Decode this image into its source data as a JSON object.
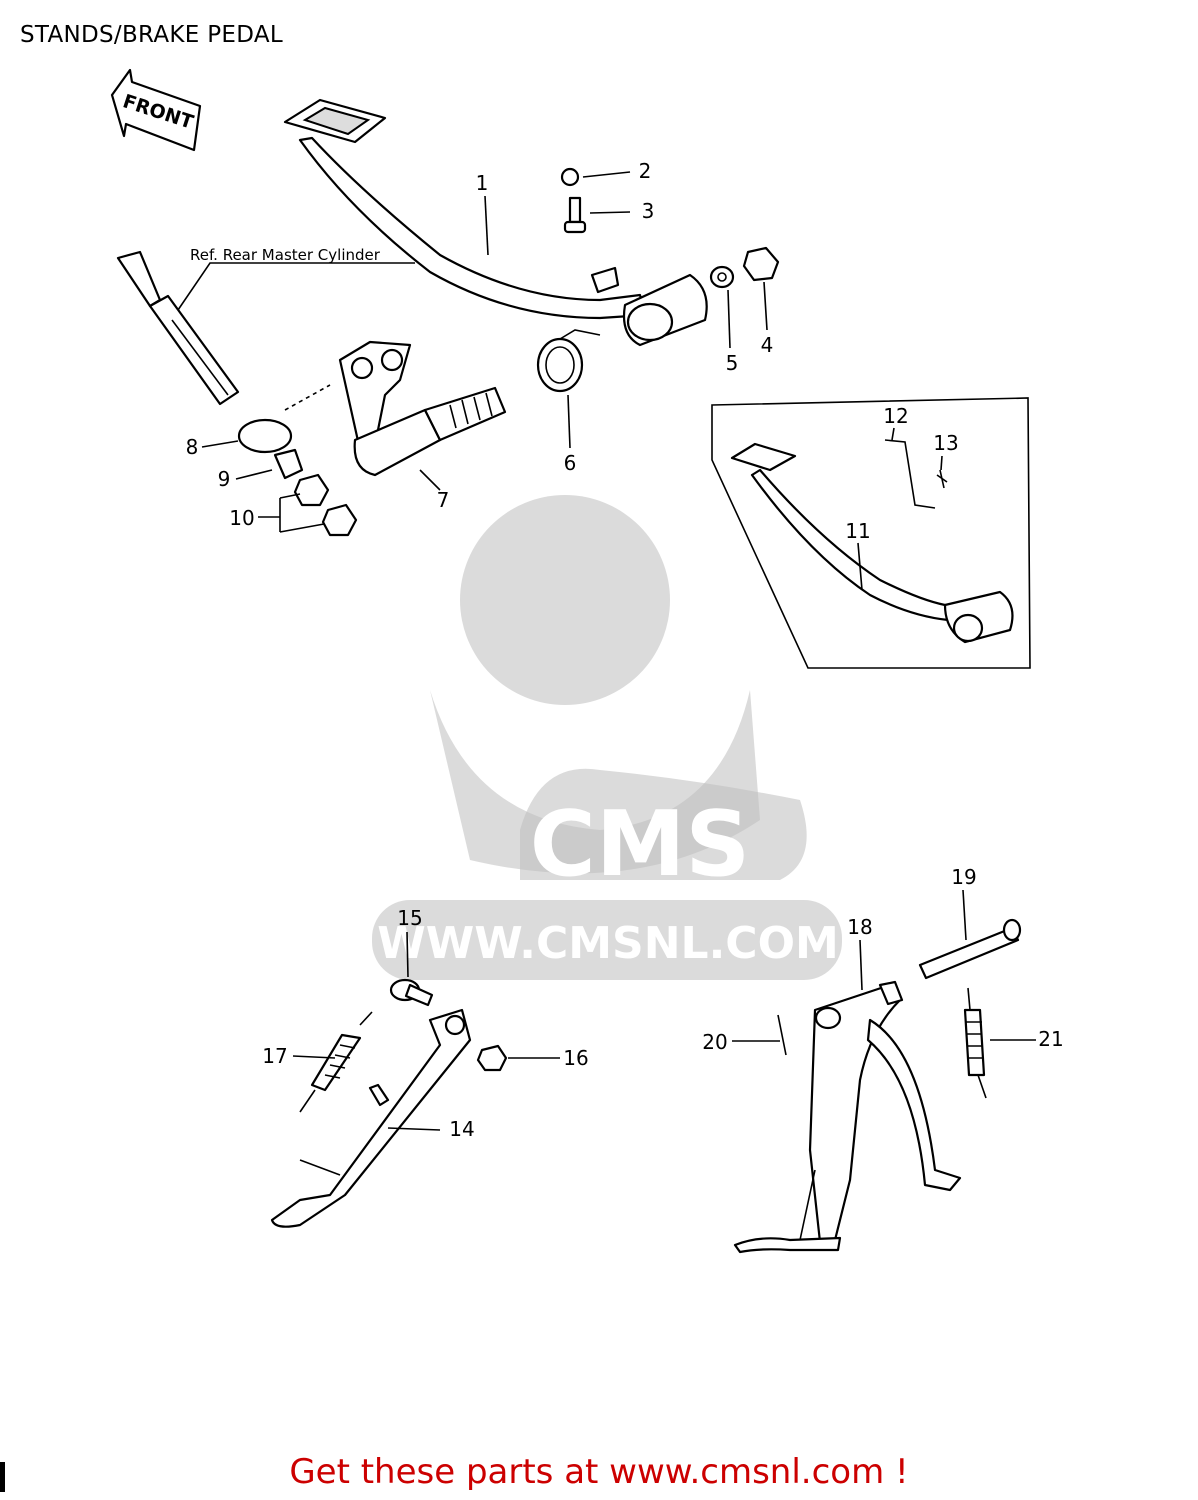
{
  "title": "STANDS/BRAKE PEDAL",
  "front_arrow_label": "FRONT",
  "reference_label": "Ref. Rear Master Cylinder",
  "watermark": {
    "brand": "CMS",
    "url": "WWW.CMSNL.COM"
  },
  "callouts": [
    "1",
    "2",
    "3",
    "4",
    "5",
    "6",
    "7",
    "8",
    "9",
    "10",
    "11",
    "12",
    "13",
    "14",
    "15",
    "16",
    "17",
    "18",
    "19",
    "20",
    "21"
  ],
  "footer": "Get these parts at www.cmsnl.com !",
  "colors": {
    "footer_text": "#cc0000",
    "watermark": "#bdbdbd"
  }
}
